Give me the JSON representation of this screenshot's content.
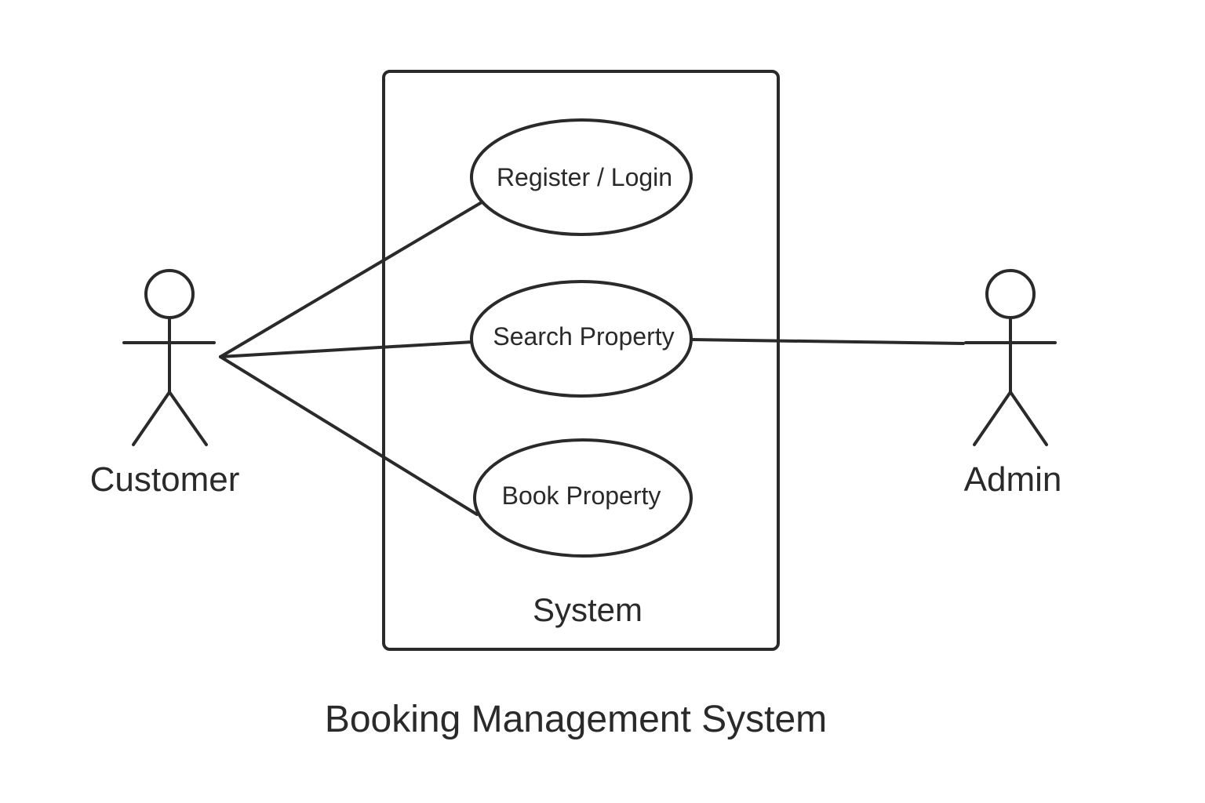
{
  "diagram": {
    "title": "Booking Management System",
    "system_boundary": {
      "label": "System"
    },
    "actors": [
      {
        "id": "customer",
        "label": "Customer"
      },
      {
        "id": "admin",
        "label": "Admin"
      }
    ],
    "use_cases": [
      {
        "id": "register-login",
        "label": "Register / Login"
      },
      {
        "id": "search-property",
        "label": "Search Property"
      },
      {
        "id": "book-property",
        "label": "Book Property"
      }
    ],
    "associations": [
      {
        "from": "customer",
        "to": "register-login"
      },
      {
        "from": "customer",
        "to": "search-property"
      },
      {
        "from": "customer",
        "to": "book-property"
      },
      {
        "from": "admin",
        "to": "search-property"
      }
    ],
    "colors": {
      "stroke": "#2a2a2a",
      "background": "#ffffff"
    }
  }
}
